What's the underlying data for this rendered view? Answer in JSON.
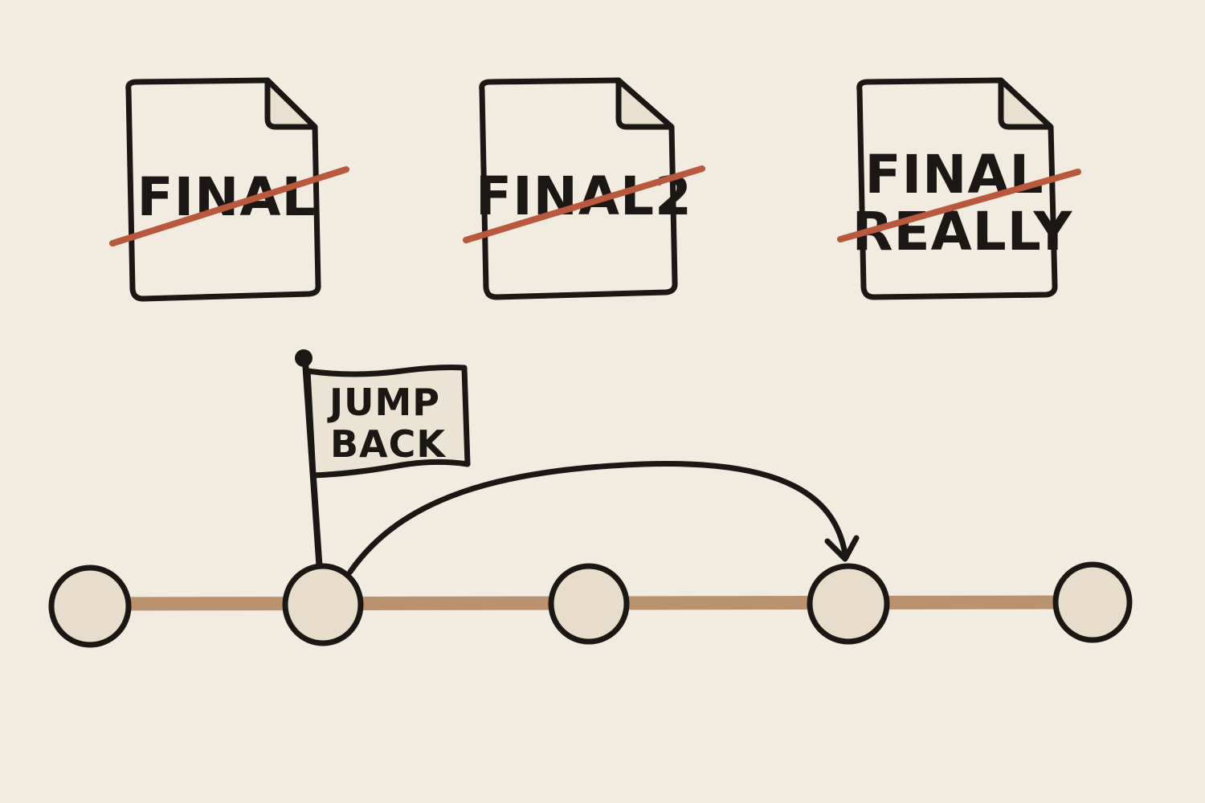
{
  "colors": {
    "background": "#f2ebdf",
    "ink": "#1b1714",
    "strike": "#b8583c",
    "timeline": "#b9936e",
    "node_fill": "#e7ddca",
    "flag_fill": "#ebe3d3"
  },
  "files": [
    {
      "lines": [
        "FINAL"
      ],
      "struck": true
    },
    {
      "lines": [
        "FINAL2"
      ],
      "struck": true
    },
    {
      "lines": [
        "FINAL",
        "REALLY"
      ],
      "struck": true
    }
  ],
  "flag": {
    "line1": "JUMP",
    "line2": "BACK"
  },
  "timeline": {
    "node_count": 5,
    "flag_node_index": 1,
    "arrow_from_index": 1,
    "arrow_to_index": 3
  }
}
